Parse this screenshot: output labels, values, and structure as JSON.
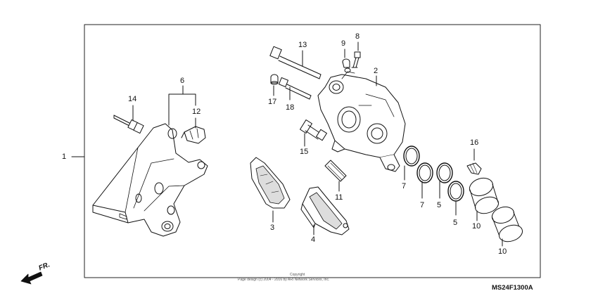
{
  "diagram": {
    "part_labels": [
      "1",
      "2",
      "3",
      "4",
      "5",
      "5",
      "6",
      "7",
      "7",
      "8",
      "9",
      "10",
      "10",
      "11",
      "12",
      "13",
      "14",
      "15",
      "16",
      "17",
      "18"
    ],
    "direction_label": "FR.",
    "diagram_code": "MS24F1300A",
    "copyright": {
      "line1": "Copyright",
      "line2": "Page design (c) 2004 - 2016 by ARI Network Services, Inc."
    }
  },
  "colors": {
    "ink": "#111111",
    "frame": "#222222",
    "background": "#ffffff"
  }
}
